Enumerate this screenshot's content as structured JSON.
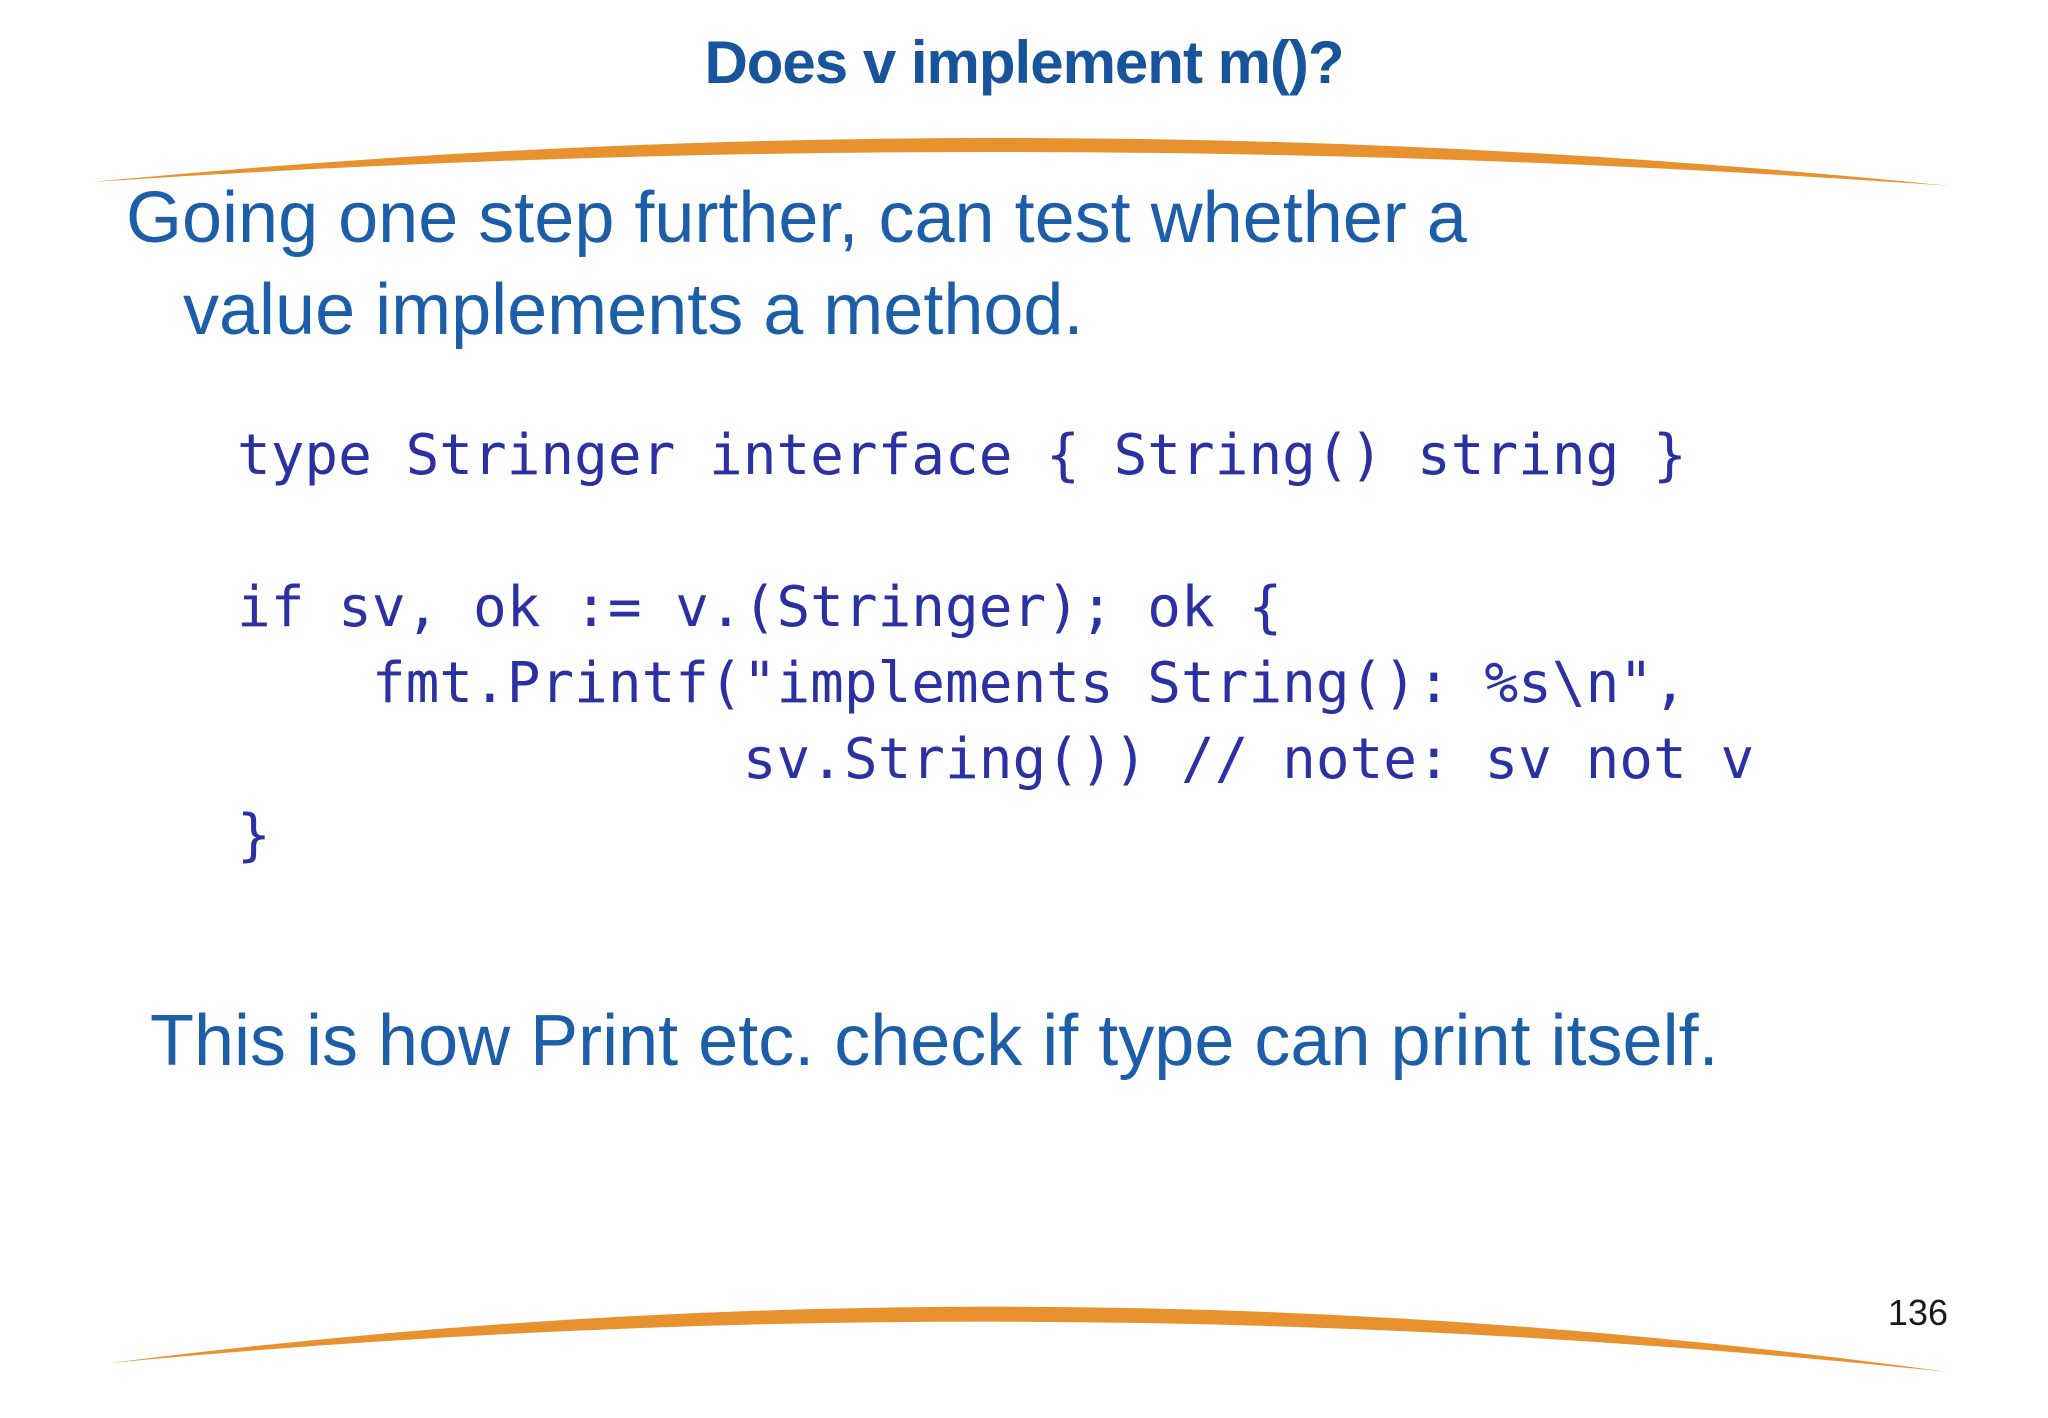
{
  "slide": {
    "title": "Does v implement m()?",
    "body": {
      "line1": "Going one step further, can test whether a",
      "line2": "value implements a method."
    },
    "code": {
      "language": "go",
      "lines": [
        "type Stringer interface { String() string }",
        "",
        "if sv, ok := v.(Stringer); ok {",
        "    fmt.Printf(\"implements String(): %s\\n\",",
        "               sv.String()) // note: sv not v",
        "}"
      ]
    },
    "closing": "This is how Print etc. check if type can print itself.",
    "page_number": "136",
    "colors": {
      "title_blue": "#17549B",
      "body_blue": "#1D5EA8",
      "code_navy": "#2B31A2",
      "accent_orange": "#E8922F",
      "page_number_black": "#1A1A1A"
    }
  }
}
